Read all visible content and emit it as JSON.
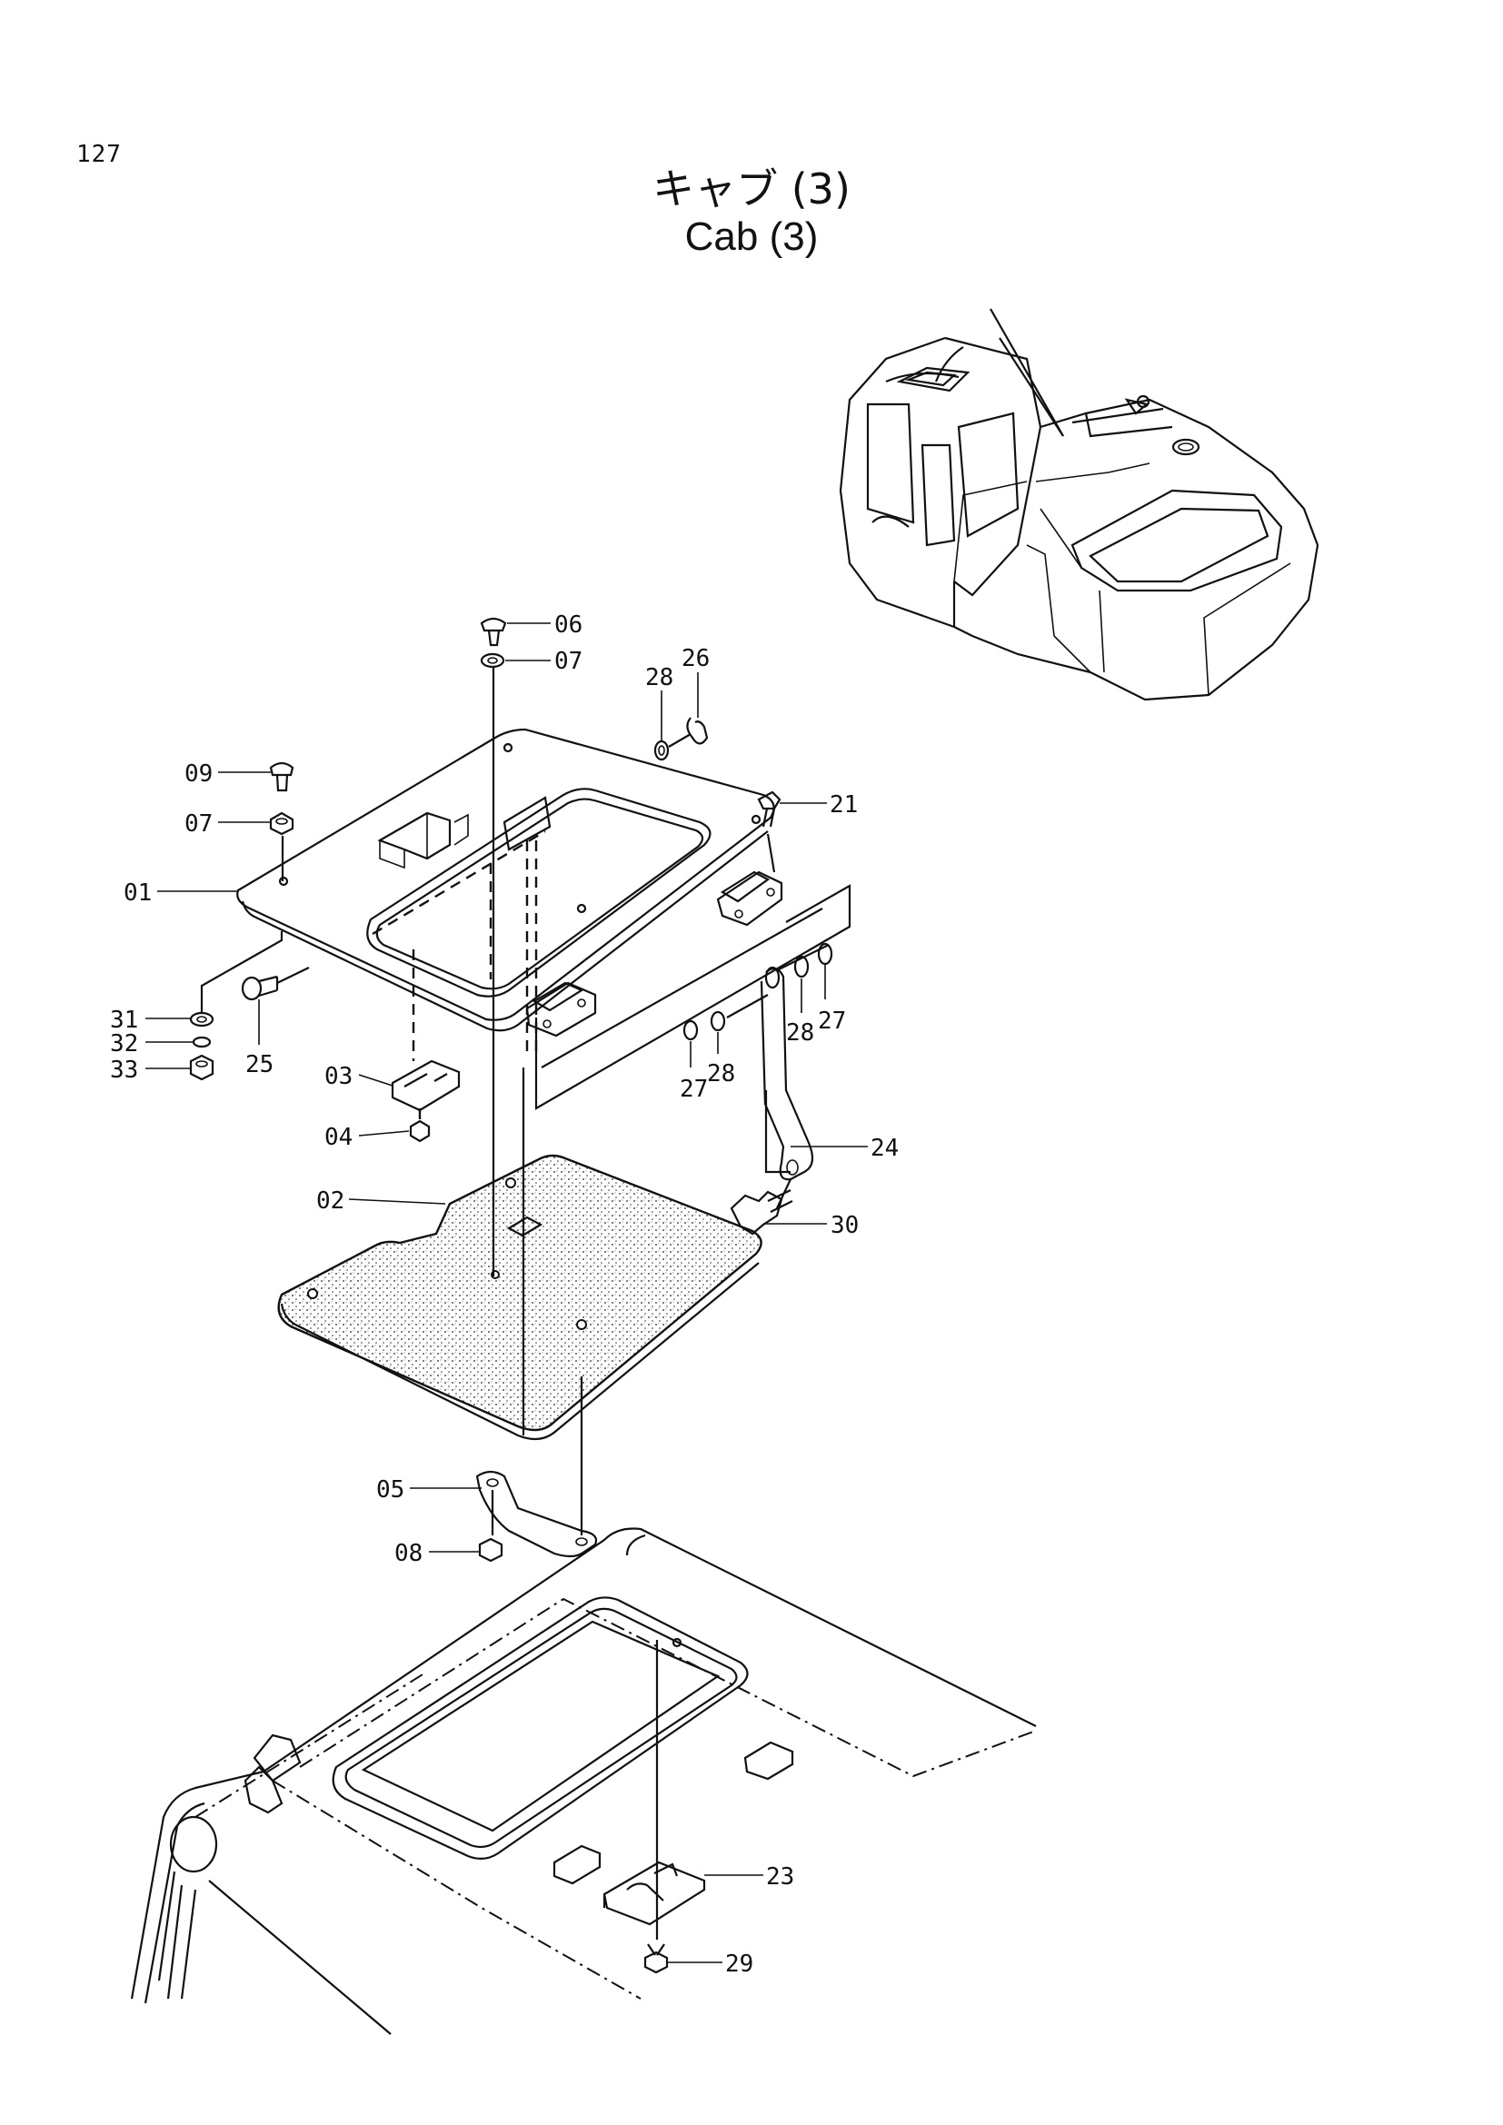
{
  "page_number": "127",
  "title_ja": "キャブ (3)",
  "title_en": "Cab (3)",
  "callouts": [
    {
      "id": "06",
      "label": "06"
    },
    {
      "id": "07a",
      "label": "07"
    },
    {
      "id": "28a",
      "label": "28"
    },
    {
      "id": "26",
      "label": "26"
    },
    {
      "id": "09",
      "label": "09"
    },
    {
      "id": "07b",
      "label": "07"
    },
    {
      "id": "21",
      "label": "21"
    },
    {
      "id": "01",
      "label": "01"
    },
    {
      "id": "31",
      "label": "31"
    },
    {
      "id": "32",
      "label": "32"
    },
    {
      "id": "33",
      "label": "33"
    },
    {
      "id": "25",
      "label": "25"
    },
    {
      "id": "28b",
      "label": "28"
    },
    {
      "id": "27a",
      "label": "27"
    },
    {
      "id": "27b",
      "label": "27"
    },
    {
      "id": "28c",
      "label": "28"
    },
    {
      "id": "03",
      "label": "03"
    },
    {
      "id": "04",
      "label": "04"
    },
    {
      "id": "24",
      "label": "24"
    },
    {
      "id": "02",
      "label": "02"
    },
    {
      "id": "30",
      "label": "30"
    },
    {
      "id": "05",
      "label": "05"
    },
    {
      "id": "08",
      "label": "08"
    },
    {
      "id": "23",
      "label": "23"
    },
    {
      "id": "29",
      "label": "29"
    }
  ]
}
